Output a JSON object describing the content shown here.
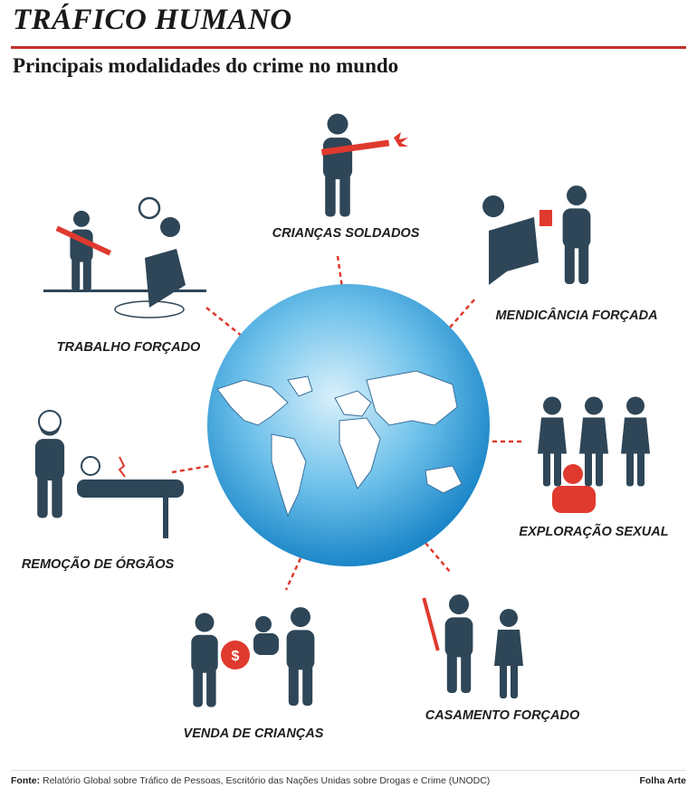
{
  "header": {
    "title": "TRÁFICO HUMANO",
    "subtitle": "Principais modalidades do crime no mundo"
  },
  "modalities": [
    {
      "label": "CRIANÇAS SOLDADOS",
      "icon": "child-soldier-icon"
    },
    {
      "label": "MENDICÂNCIA FORÇADA",
      "icon": "forced-begging-icon"
    },
    {
      "label": "TRABALHO FORÇADO",
      "icon": "forced-labor-icon"
    },
    {
      "label": "EXPLORAÇÃO SEXUAL",
      "icon": "sexual-exploitation-icon"
    },
    {
      "label": "REMOÇÃO DE ÓRGÃOS",
      "icon": "organ-removal-icon"
    },
    {
      "label": "CASAMENTO FORÇADO",
      "icon": "forced-marriage-icon"
    },
    {
      "label": "VENDA DE CRIANÇAS",
      "icon": "child-sale-icon"
    }
  ],
  "footer": {
    "source_label": "Fonte:",
    "source_text": "Relatório Global sobre Tráfico de Pessoas, Escritório das Nações Unidas sobre Drogas e Crime (UNODC)",
    "credit": "Folha Arte"
  },
  "colors": {
    "figure": "#2e4657",
    "accent": "#e0392e",
    "rule": "#c0332b",
    "globe": "#3aa0dc"
  }
}
